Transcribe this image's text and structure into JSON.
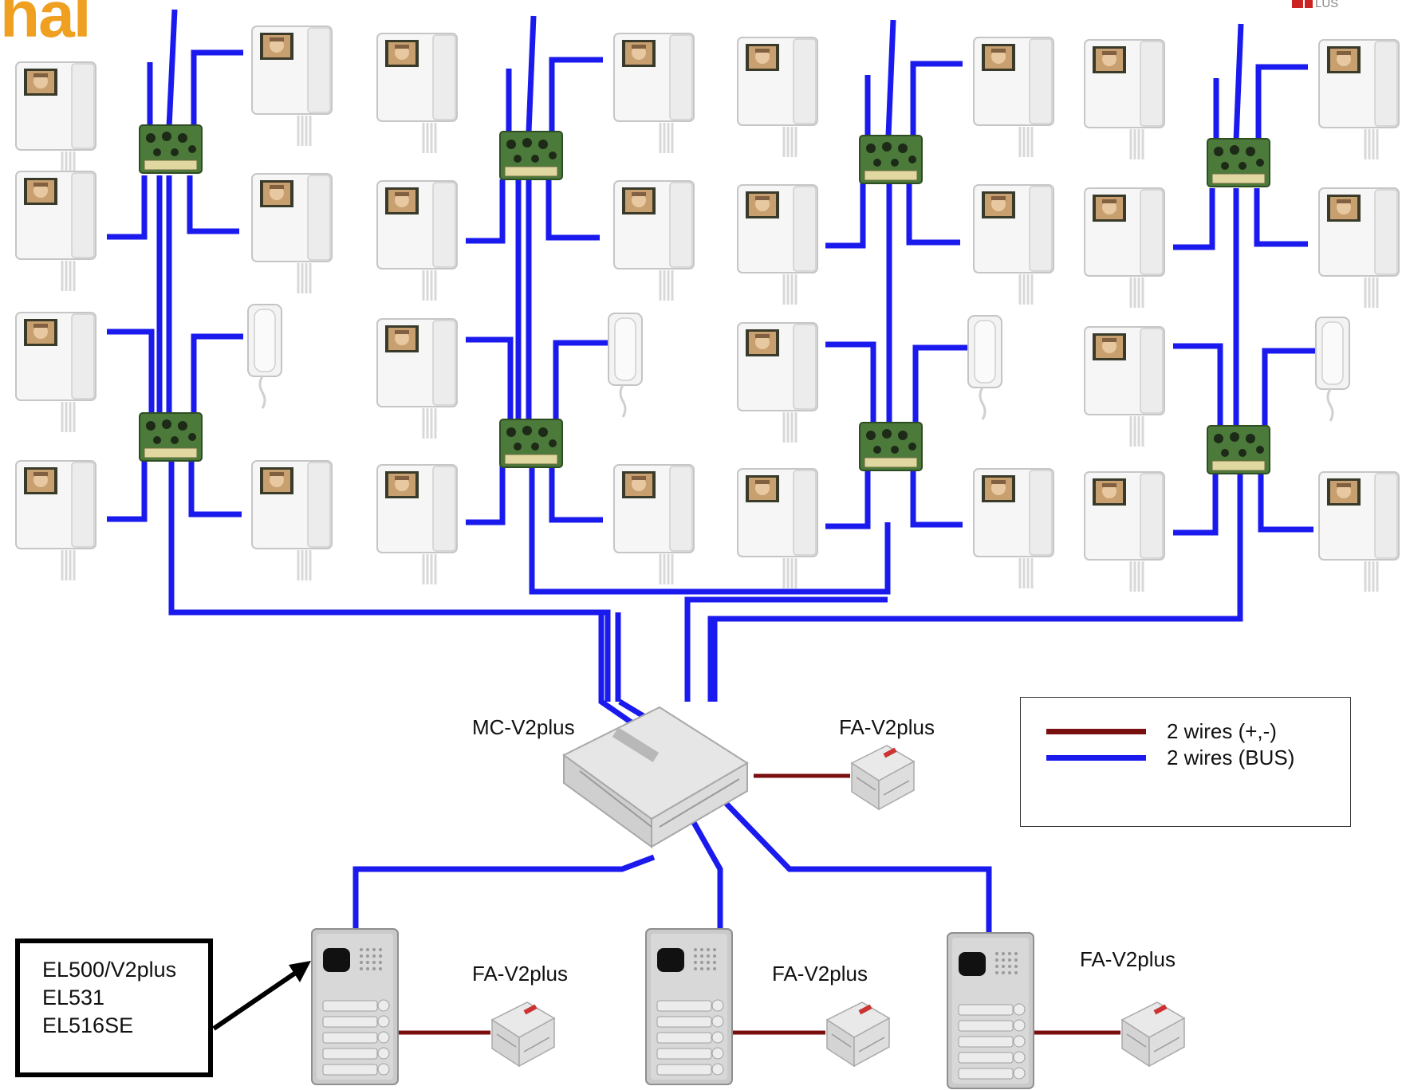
{
  "logo": {
    "left_text": "hal",
    "right_text": "LUS",
    "right_color": "#cc2222"
  },
  "colors": {
    "bus": "#1a1aee",
    "power": "#7a0f0f",
    "device_white": "#f4f4f4",
    "device_outline": "#c8c8c8",
    "pcb_green": "#4b7a3a",
    "panel_gray": "#c9c9c9"
  },
  "labels": {
    "controller": "MC-V2plus",
    "psu_main": "FA-V2plus",
    "psu_panel_1": "FA-V2plus",
    "psu_panel_2": "FA-V2plus",
    "psu_panel_3": "FA-V2plus"
  },
  "legend": {
    "items": [
      {
        "label": "2 wires (+,-)",
        "color": "#7a0f0f"
      },
      {
        "label": "2 wires (BUS)",
        "color": "#1a1aee"
      }
    ]
  },
  "models": {
    "lines": [
      "EL500/V2plus",
      "EL531",
      "EL516SE"
    ]
  },
  "icons": {
    "video_monitor": "video-monitor-icon",
    "audio_handset": "audio-handset-icon",
    "distributor": "distributor-board-icon",
    "controller": "controller-module-icon",
    "power_supply": "power-supply-icon",
    "door_panel": "door-panel-icon"
  }
}
